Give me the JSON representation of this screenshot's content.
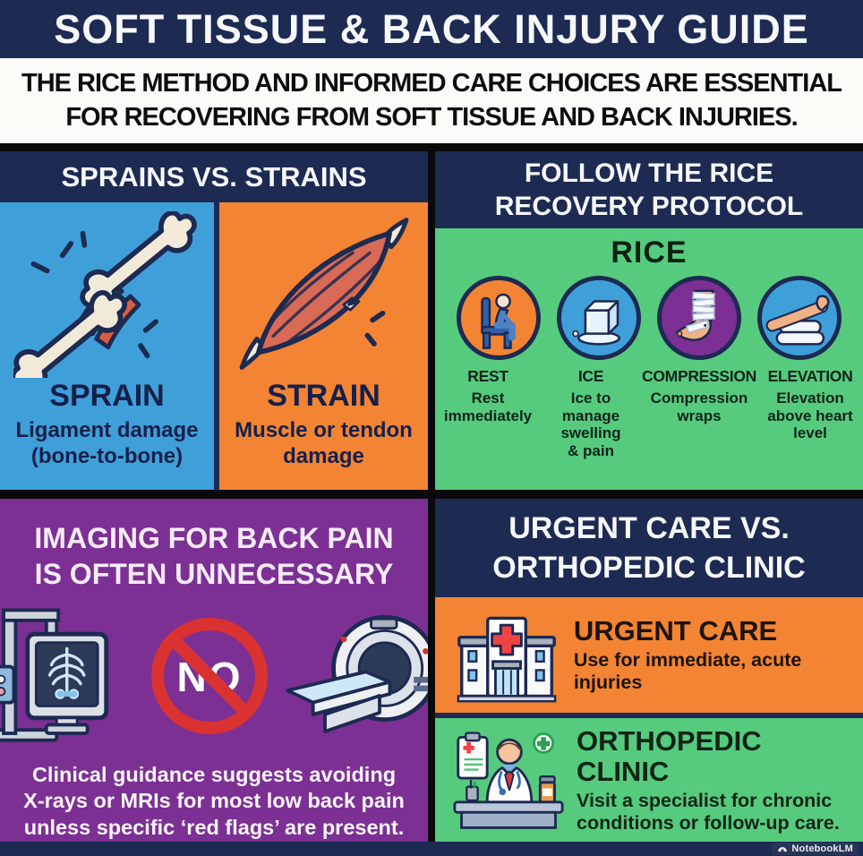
{
  "page": {
    "title": "SOFT TISSUE & BACK INJURY GUIDE",
    "subtitle_line1": "THE RICE METHOD AND INFORMED CARE CHOICES ARE ESSENTIAL",
    "subtitle_line2": "FOR RECOVERING FROM SOFT TISSUE AND BACK INJURIES.",
    "watermark": "NotebookLM"
  },
  "colors": {
    "navy": "#1d2a52",
    "blue_panel": "#3f9fd9",
    "orange_panel": "#f28434",
    "green_panel": "#56cb7e",
    "purple_panel": "#7c3093",
    "prohibition_red": "#d93230",
    "title_text": "#f6f8fc",
    "subtitle_text": "#0d0d0d"
  },
  "sprains_strains": {
    "header": "SPRAINS VS. STRAINS",
    "sprain": {
      "icon": "torn-ligament-bones-icon",
      "title": "SPRAIN",
      "desc": "Ligament damage (bone-to-bone)"
    },
    "strain": {
      "icon": "torn-muscle-icon",
      "title": "STRAIN",
      "desc": "Muscle or tendon damage"
    }
  },
  "rice": {
    "header_line1": "FOLLOW THE RICE",
    "header_line2": "RECOVERY PROTOCOL",
    "title": "RICE",
    "steps": [
      {
        "icon": "rest-person-chair-icon",
        "circle_color": "#f28434",
        "label": "REST",
        "desc": "Rest immediately"
      },
      {
        "icon": "ice-cube-icon",
        "circle_color": "#3f9fd9",
        "label": "ICE",
        "desc": "Ice to manage swelling & pain"
      },
      {
        "icon": "compression-bandaged-ankle-icon",
        "circle_color": "#7c3093",
        "label": "COMPRESSION",
        "desc": "Compression wraps"
      },
      {
        "icon": "elevation-leg-pillows-icon",
        "circle_color": "#3f9fd9",
        "label": "ELEVATION",
        "desc": "Elevation above heart level"
      }
    ]
  },
  "imaging": {
    "header_line1": "IMAGING FOR BACK PAIN",
    "header_line2": "IS OFTEN UNNECESSARY",
    "icons": [
      "xray-machine-icon",
      "no-prohibition-icon",
      "mri-scanner-icon"
    ],
    "no_text": "NO",
    "body": "Clinical guidance suggests avoiding X-rays or MRIs for most low back pain unless specific ‘red flags’ are present."
  },
  "care": {
    "header_line1": "URGENT CARE VS.",
    "header_line2": "ORTHOPEDIC CLINIC",
    "urgent": {
      "icon": "hospital-building-icon",
      "title": "URGENT CARE",
      "desc": "Use for immediate, acute injuries"
    },
    "ortho": {
      "icon": "doctor-at-desk-icon",
      "title": "ORTHOPEDIC CLINIC",
      "desc": "Visit a specialist for chronic conditions or follow-up care."
    }
  }
}
